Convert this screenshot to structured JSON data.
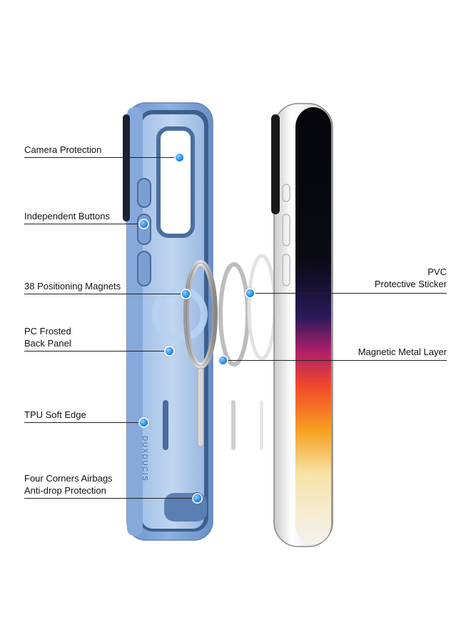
{
  "callouts_left": [
    {
      "id": "camera",
      "text": "Camera Protection"
    },
    {
      "id": "buttons",
      "text": "Independent Buttons"
    },
    {
      "id": "magnets",
      "text": "38 Positioning Magnets"
    },
    {
      "id": "backpanel",
      "line1": "PC Frosted",
      "line2": "Back Panel"
    },
    {
      "id": "tpu",
      "text": "TPU Soft Edge"
    },
    {
      "id": "airbags",
      "line1": "Four Corners Airbags",
      "line2": "Anti-drop Protection"
    }
  ],
  "callouts_right": [
    {
      "id": "pvc",
      "line1": "PVC",
      "line2": "Protective Sticker"
    },
    {
      "id": "metal",
      "text": "Magnetic Metal Layer"
    }
  ],
  "brand_text": "DUXDUCIS",
  "colors": {
    "case_blue": "#7fa3d6",
    "case_inner": "#3d5f8e",
    "dot_blue": "#2a8fe6",
    "line": "#222222"
  }
}
